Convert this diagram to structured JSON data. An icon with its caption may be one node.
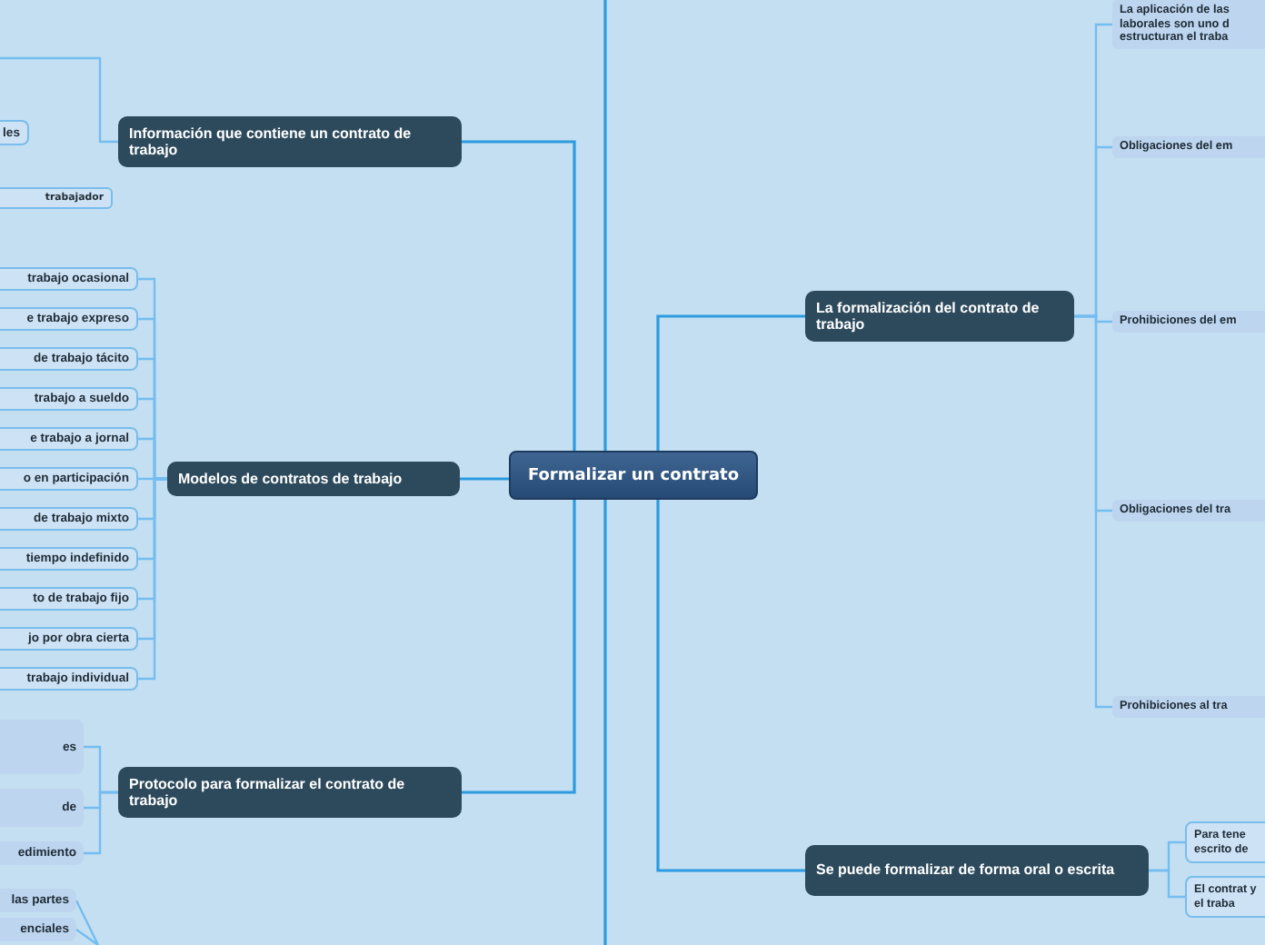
{
  "diagram": {
    "nodes": [
      {
        "text": [
          "Formalizar un contrato"
        ]
      },
      {
        "text": [
          "Información que contiene un contrato de trabajo"
        ]
      },
      {
        "text": [
          "les"
        ]
      },
      {
        "text": [
          "trabajador"
        ]
      },
      {
        "text": [
          "Modelos de contratos de trabajo"
        ]
      },
      {
        "text": [
          "trabajo ocasional"
        ]
      },
      {
        "text": [
          "e trabajo expreso"
        ]
      },
      {
        "text": [
          "de trabajo tácito"
        ]
      },
      {
        "text": [
          "trabajo a sueldo"
        ]
      },
      {
        "text": [
          "e trabajo a jornal"
        ]
      },
      {
        "text": [
          "o en participación"
        ]
      },
      {
        "text": [
          "de trabajo mixto"
        ]
      },
      {
        "text": [
          "tiempo indefinido"
        ]
      },
      {
        "text": [
          "to de trabajo fijo"
        ]
      },
      {
        "text": [
          "jo por obra cierta"
        ]
      },
      {
        "text": [
          "trabajo individual"
        ]
      },
      {
        "text": [
          "Protocolo para formalizar el contrato de trabajo"
        ]
      },
      {
        "text": [
          "es"
        ]
      },
      {
        "text": [
          "de"
        ]
      },
      {
        "text": [
          "edimiento"
        ]
      },
      {
        "text": [
          "las partes"
        ]
      },
      {
        "text": [
          "enciales"
        ]
      },
      {
        "text": [
          "La formalización del contrato de trabajo"
        ]
      },
      {
        "text": [
          "La aplicación de las laborales son uno d estructuran el traba"
        ]
      },
      {
        "text": [
          "Obligaciones del em"
        ]
      },
      {
        "text": [
          "Prohibiciones del em"
        ]
      },
      {
        "text": [
          "Obligaciones del tra"
        ]
      },
      {
        "text": [
          "Prohibiciones al tra"
        ]
      },
      {
        "text": [
          "Se puede formalizar de forma oral o escrita"
        ]
      },
      {
        "text": [
          "Para tene escrito de"
        ]
      },
      {
        "text": [
          "El contrat y el traba"
        ]
      }
    ],
    "edges": [
      {
        "from": 0,
        "to": 1,
        "arrow": "none"
      },
      {
        "from": 0,
        "to": 4,
        "arrow": "none"
      },
      {
        "from": 0,
        "to": 16,
        "arrow": "none"
      },
      {
        "from": 0,
        "to": 22,
        "arrow": "none"
      },
      {
        "from": 0,
        "to": 28,
        "arrow": "none"
      },
      {
        "from": 0,
        "to": null,
        "arrow": "none"
      },
      {
        "from": 0,
        "to": null,
        "arrow": "none"
      },
      {
        "from": 1,
        "to": null,
        "arrow": "none"
      },
      {
        "from": 4,
        "to": 5,
        "arrow": "none"
      },
      {
        "from": 4,
        "to": 6,
        "arrow": "none"
      },
      {
        "from": 4,
        "to": 7,
        "arrow": "none"
      },
      {
        "from": 4,
        "to": 8,
        "arrow": "none"
      },
      {
        "from": 4,
        "to": 9,
        "arrow": "none"
      },
      {
        "from": 4,
        "to": 10,
        "arrow": "none"
      },
      {
        "from": 4,
        "to": 11,
        "arrow": "none"
      },
      {
        "from": 4,
        "to": 12,
        "arrow": "none"
      },
      {
        "from": 4,
        "to": 13,
        "arrow": "none"
      },
      {
        "from": 4,
        "to": 14,
        "arrow": "none"
      },
      {
        "from": 4,
        "to": 15,
        "arrow": "none"
      },
      {
        "from": 16,
        "to": 17,
        "arrow": "none"
      },
      {
        "from": 16,
        "to": 18,
        "arrow": "none"
      },
      {
        "from": 16,
        "to": 19,
        "arrow": "none"
      },
      {
        "from": null,
        "to": 20,
        "arrow": "none"
      },
      {
        "from": null,
        "to": 21,
        "arrow": "none"
      },
      {
        "from": 22,
        "to": 23,
        "arrow": "none"
      },
      {
        "from": 22,
        "to": 24,
        "arrow": "none"
      },
      {
        "from": 22,
        "to": 25,
        "arrow": "none"
      },
      {
        "from": 22,
        "to": 26,
        "arrow": "none"
      },
      {
        "from": 22,
        "to": 27,
        "arrow": "none"
      },
      {
        "from": 28,
        "to": 29,
        "arrow": "none"
      },
      {
        "from": 28,
        "to": 30,
        "arrow": "none"
      }
    ]
  }
}
